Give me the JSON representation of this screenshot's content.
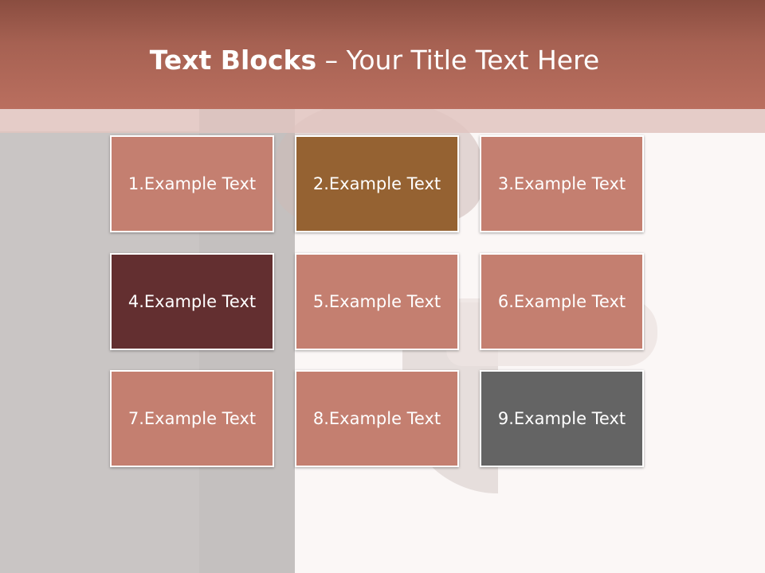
{
  "title": {
    "bold_part": "Text Blocks",
    "dash": " – ",
    "rest": "Your Title Text Here"
  },
  "blocks": [
    {
      "label": "1.Example Text",
      "color": "#c47f70"
    },
    {
      "label": "2.Example Text",
      "color": "#956232"
    },
    {
      "label": "3.Example Text",
      "color": "#c47f70"
    },
    {
      "label": "4.Example Text",
      "color": "#632f30"
    },
    {
      "label": "5.Example Text",
      "color": "#c47f70"
    },
    {
      "label": "6.Example Text",
      "color": "#c47f70"
    },
    {
      "label": "7.Example Text",
      "color": "#c47f70"
    },
    {
      "label": "8.Example Text",
      "color": "#c47f70"
    },
    {
      "label": "9.Example Text",
      "color": "#646464"
    }
  ],
  "colors": {
    "title_bar": "#b06b5c",
    "accent_strip": "#e0c4c0",
    "block_text": "#ffffff"
  }
}
